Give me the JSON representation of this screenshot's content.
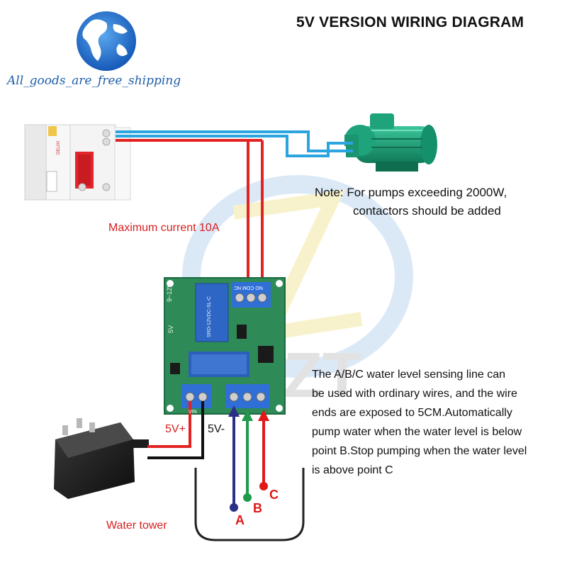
{
  "title": "5V VERSION WIRING DIAGRAM",
  "brand": {
    "text": "All_goods_are_free_shipping",
    "globe_icon": "globe-icon"
  },
  "note": {
    "line1": "Note: For pumps exceeding 2000W,",
    "line2": "contactors should be added"
  },
  "labels": {
    "max_current": "Maximum current 10A",
    "power_plus": "5V+",
    "power_minus": "5V-",
    "water_tower": "Water tower",
    "point_a": "A",
    "point_b": "B",
    "point_c": "C"
  },
  "board": {
    "voltage_top": "9~12V",
    "voltage_mid": "5V",
    "relay_model": "SRD-12VDC-SL-C",
    "relay_terminals": "NO COM NC",
    "vin_label": "VIN"
  },
  "breaker_brand": "DELIXI",
  "description": [
    "The A/B/C water level sensing line can",
    "be used with ordinary wires, and the wire",
    "ends are exposed to 5CM.Automatically",
    "pump water when the water level is below",
    "point B.Stop pumping when the water level",
    "is above point C"
  ],
  "colors": {
    "live_wire": "#e32222",
    "neutral_wire": "#2ba5e0",
    "probe_a": "#2b2f86",
    "probe_b": "#1f9a4c",
    "probe_c": "#e01818",
    "pcb": "#2e8b57",
    "terminal": "#2f6fd6",
    "pump": "#1ea37a"
  }
}
